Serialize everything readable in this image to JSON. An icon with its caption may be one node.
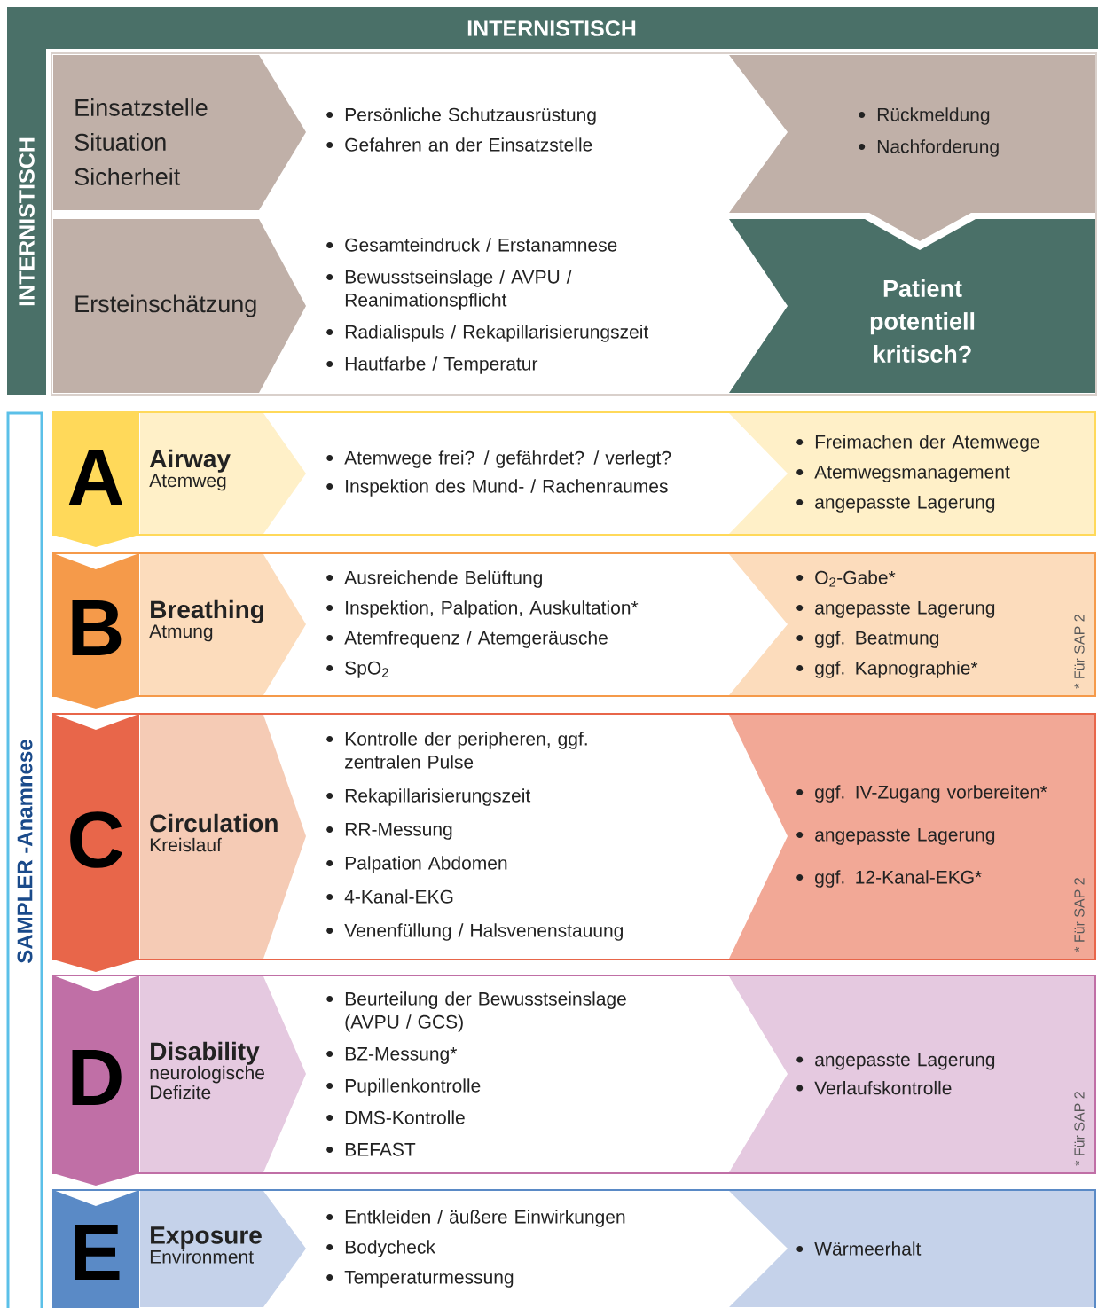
{
  "diagram": {
    "nodes": [
      {
        "text": [
          "INTERNISTISCH",
          "INTERNISTISCH"
        ]
      },
      {
        "text": [
          "Einsatzstelle Situation Sicherheit"
        ],
        "in": 0
      },
      {
        "text": [
          "Persönliche Schutzausrüstung",
          "Gefahren an der Einsatzstelle"
        ],
        "in": 0
      },
      {
        "text": [
          "Rückmeldung",
          "Nachforderung"
        ],
        "in": 0
      },
      {
        "text": [
          "Ersteinschätzung"
        ],
        "in": 0
      },
      {
        "text": [
          "Gesamteindruck / Erstanamnese",
          "Bewusstseinslage / AVPU / Reanimationspflicht",
          "Radialispuls / Rekapillarisierungszeit",
          "Hautfarbe / Temperatur"
        ],
        "in": 0
      },
      {
        "text": [
          "Patient potentiell kritisch?"
        ],
        "in": 0
      },
      {
        "text": [
          "SAMPLER -Anamnese"
        ]
      },
      {
        "text": [
          "A"
        ]
      },
      {
        "text": [
          "Airway",
          "Atemweg"
        ]
      },
      {
        "text": [
          "Atemwege frei?  / gefährdet? / verlegt?",
          "Inspektion des Mund- / Rachenraumes"
        ]
      },
      {
        "text": [
          "Freimachen der Atemwege",
          "Atemwegsmanagement",
          "angepasste Lagerung"
        ]
      },
      {
        "text": [
          "B"
        ]
      },
      {
        "text": [
          "Breathing",
          "Atmung"
        ]
      },
      {
        "text": [
          "Ausreichende Belüftung",
          "Inspektion, Palpation, Auskultation*",
          "Atemfrequenz / Atemgeräusche",
          "SpO$_{2}$"
        ]
      },
      {
        "text": [
          "O$_{2}$-Gabe*",
          "angepasste Lagerung",
          "ggf. Beatmung",
          "ggf. Kapnographie*",
          "* Für SAP 2"
        ]
      },
      {
        "text": [
          "C"
        ]
      },
      {
        "text": [
          "Circulation",
          "Kreislauf"
        ]
      },
      {
        "text": [
          "Kontrolle der peripheren, ggf. zentralen Pulse",
          "Rekapillarisierungszeit",
          "RR-Messung",
          "Palpation Abdomen",
          "4-Kanal-EKG",
          "Venenfüllung / Halsvenenstauung"
        ]
      },
      {
        "text": [
          "ggf. IV-Zugang vorbereiten*",
          "angepasste Lagerung",
          "ggf. 12-Kanal-EKG*",
          "* Für SAP 2"
        ]
      },
      {
        "text": [
          "D"
        ]
      },
      {
        "text": [
          "Disability",
          "neurologische Defizite"
        ]
      },
      {
        "text": [
          "Beurteilung der Bewusstseinslage (AVPU / GCS)",
          "BZ-Messung*",
          "Pupillenkontrolle",
          "DMS-Kontrolle",
          "BEFAST"
        ]
      },
      {
        "text": [
          "angepasste Lagerung",
          "Verlaufskontrolle",
          "* Für SAP 2"
        ]
      },
      {
        "text": [
          "E"
        ]
      },
      {
        "text": [
          "Exposure",
          "Environment"
        ]
      },
      {
        "text": [
          "Entkleiden / äußere Einwirkungen",
          "Bodycheck",
          "Temperaturmessung"
        ]
      },
      {
        "text": [
          "Wärmeerhalt"
        ]
      }
    ]
  }
}
